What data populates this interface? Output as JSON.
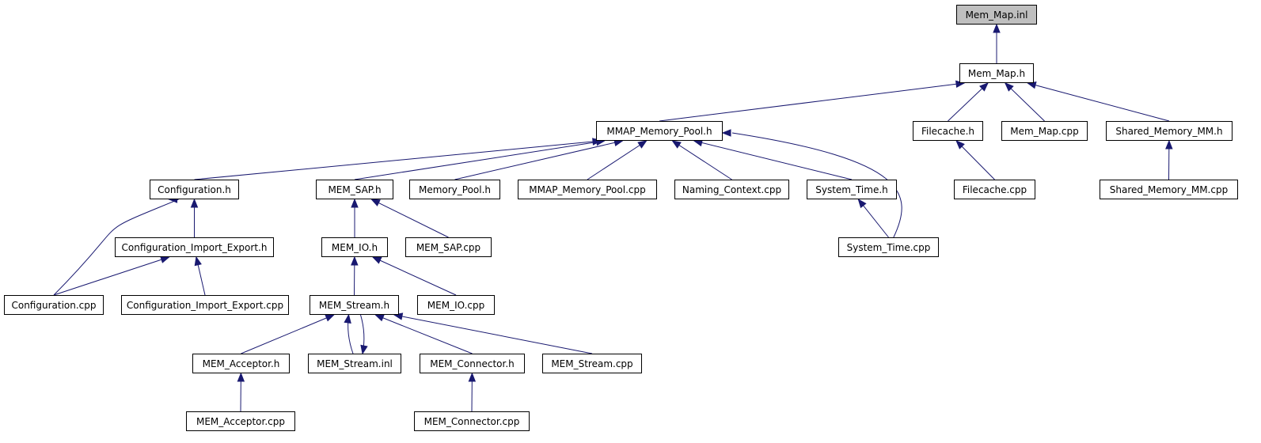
{
  "graph": {
    "nodes": {
      "mem_map_inl": "Mem_Map.inl",
      "mem_map_h": "Mem_Map.h",
      "mmap_memory_pool_h": "MMAP_Memory_Pool.h",
      "filecache_h": "Filecache.h",
      "mem_map_cpp": "Mem_Map.cpp",
      "shared_memory_mm_h": "Shared_Memory_MM.h",
      "configuration_h": "Configuration.h",
      "mem_sap_h": "MEM_SAP.h",
      "memory_pool_h": "Memory_Pool.h",
      "mmap_memory_pool_cpp": "MMAP_Memory_Pool.cpp",
      "naming_context_cpp": "Naming_Context.cpp",
      "system_time_h": "System_Time.h",
      "filecache_cpp": "Filecache.cpp",
      "shared_memory_mm_cpp": "Shared_Memory_MM.cpp",
      "configuration_import_export_h": "Configuration_Import_Export.h",
      "mem_io_h": "MEM_IO.h",
      "mem_sap_cpp": "MEM_SAP.cpp",
      "system_time_cpp": "System_Time.cpp",
      "configuration_cpp": "Configuration.cpp",
      "configuration_import_export_cpp": "Configuration_Import_Export.cpp",
      "mem_stream_h": "MEM_Stream.h",
      "mem_io_cpp": "MEM_IO.cpp",
      "mem_acceptor_h": "MEM_Acceptor.h",
      "mem_stream_inl": "MEM_Stream.inl",
      "mem_connector_h": "MEM_Connector.h",
      "mem_stream_cpp": "MEM_Stream.cpp",
      "mem_acceptor_cpp": "MEM_Acceptor.cpp",
      "mem_connector_cpp": "MEM_Connector.cpp"
    },
    "edges": [
      [
        "mem_map_h",
        "mem_map_inl"
      ],
      [
        "mmap_memory_pool_h",
        "mem_map_h"
      ],
      [
        "filecache_h",
        "mem_map_h"
      ],
      [
        "mem_map_cpp",
        "mem_map_h"
      ],
      [
        "shared_memory_mm_h",
        "mem_map_h"
      ],
      [
        "configuration_h",
        "mmap_memory_pool_h"
      ],
      [
        "mem_sap_h",
        "mmap_memory_pool_h"
      ],
      [
        "memory_pool_h",
        "mmap_memory_pool_h"
      ],
      [
        "mmap_memory_pool_cpp",
        "mmap_memory_pool_h"
      ],
      [
        "naming_context_cpp",
        "mmap_memory_pool_h"
      ],
      [
        "system_time_h",
        "mmap_memory_pool_h"
      ],
      [
        "system_time_cpp",
        "mmap_memory_pool_h"
      ],
      [
        "filecache_cpp",
        "filecache_h"
      ],
      [
        "shared_memory_mm_cpp",
        "shared_memory_mm_h"
      ],
      [
        "configuration_import_export_h",
        "configuration_h"
      ],
      [
        "configuration_cpp",
        "configuration_h"
      ],
      [
        "mem_io_h",
        "mem_sap_h"
      ],
      [
        "mem_sap_cpp",
        "mem_sap_h"
      ],
      [
        "system_time_cpp",
        "system_time_h"
      ],
      [
        "configuration_cpp",
        "configuration_import_export_h"
      ],
      [
        "configuration_import_export_cpp",
        "configuration_import_export_h"
      ],
      [
        "mem_stream_h",
        "mem_io_h"
      ],
      [
        "mem_io_cpp",
        "mem_io_h"
      ],
      [
        "mem_acceptor_h",
        "mem_stream_h"
      ],
      [
        "mem_stream_inl",
        "mem_stream_h"
      ],
      [
        "mem_stream_h",
        "mem_stream_inl"
      ],
      [
        "mem_connector_h",
        "mem_stream_h"
      ],
      [
        "mem_stream_cpp",
        "mem_stream_h"
      ],
      [
        "mem_acceptor_cpp",
        "mem_acceptor_h"
      ],
      [
        "mem_connector_cpp",
        "mem_connector_h"
      ]
    ]
  }
}
